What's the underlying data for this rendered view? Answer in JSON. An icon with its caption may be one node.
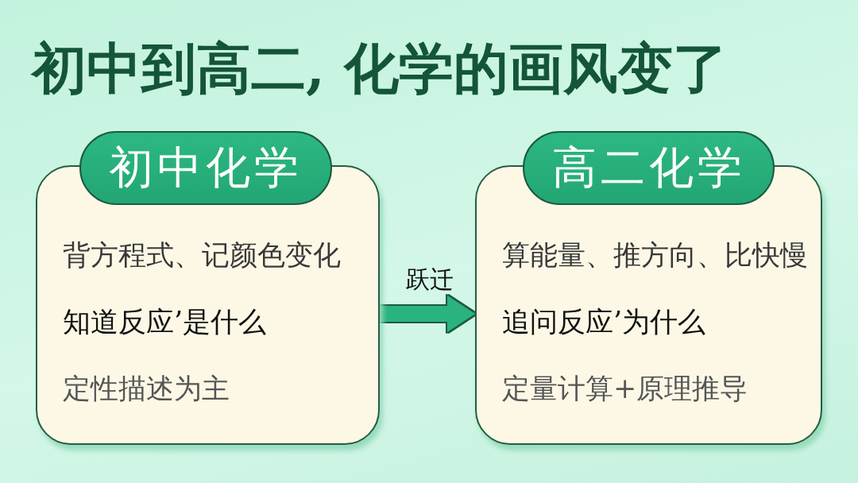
{
  "diagram": {
    "title": "初中到高二, 化学的画风变了",
    "nodes": [
      {
        "text": [
          "初中化学",
          "背方程式、记颜色变化",
          "知道反应’是什么",
          "定性描述为主"
        ]
      },
      {
        "text": [
          "高二化学",
          "算能量、推方向、比快慢",
          "追问反应’为什么",
          "定量计算+原理推导"
        ]
      }
    ],
    "edges": [
      {
        "from": 0,
        "to": 1,
        "arrow": "to",
        "label": "跃迁"
      }
    ]
  }
}
